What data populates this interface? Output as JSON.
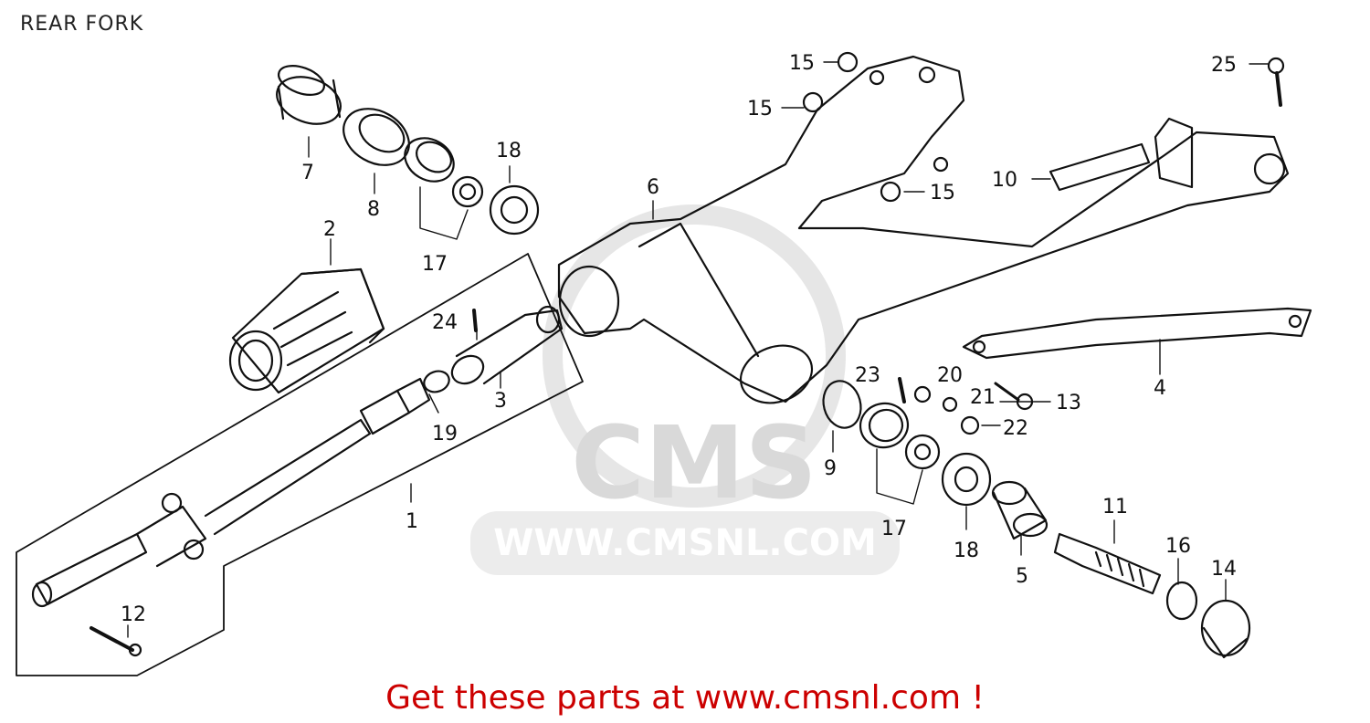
{
  "title": "REAR FORK",
  "watermark": {
    "logo": "CMS",
    "url": "WWW.CMSNL.COM"
  },
  "footer": "Get these parts at www.cmsnl.com !",
  "callouts": [
    "1",
    "2",
    "3",
    "4",
    "5",
    "6",
    "7",
    "8",
    "9",
    "10",
    "11",
    "12",
    "13",
    "14",
    "15",
    "15",
    "15",
    "16",
    "17",
    "17",
    "18",
    "18",
    "19",
    "20",
    "21",
    "22",
    "23",
    "24",
    "25"
  ]
}
